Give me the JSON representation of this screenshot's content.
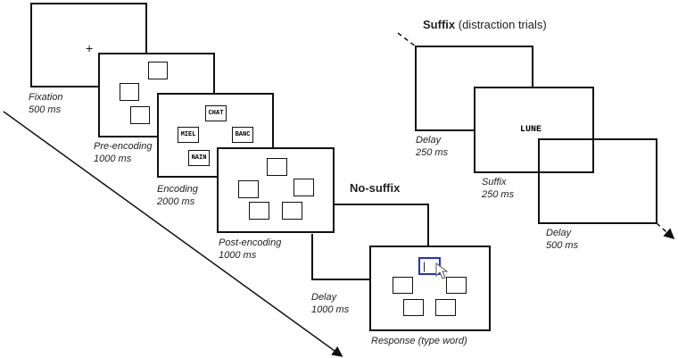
{
  "suffix_heading": {
    "bold": "Suffix",
    "rest": "(distraction trials)"
  },
  "no_suffix_heading": "No-suffix",
  "fixation": {
    "symbol": "+",
    "name": "Fixation",
    "duration": "500 ms"
  },
  "pre_encoding": {
    "name": "Pre-encoding",
    "duration": "1000 ms"
  },
  "encoding": {
    "name": "Encoding",
    "duration": "2000 ms",
    "words": [
      "CHAT",
      "MIEL",
      "BANC",
      "NAIN"
    ]
  },
  "post_encoding": {
    "name": "Post-encoding",
    "duration": "1000 ms"
  },
  "delay_nosuffix": {
    "name": "Delay",
    "duration": "1000 ms"
  },
  "response": {
    "name": "Response (type word)",
    "cursor": "|"
  },
  "delay_suffix_1": {
    "name": "Delay",
    "duration": "250 ms"
  },
  "suffix_screen": {
    "name": "Suffix",
    "duration": "250 ms",
    "word": "LUNE"
  },
  "delay_suffix_2": {
    "name": "Delay",
    "duration": "500 ms"
  },
  "colors": {
    "stroke": "#111111",
    "response_highlight": "#2233bb"
  }
}
